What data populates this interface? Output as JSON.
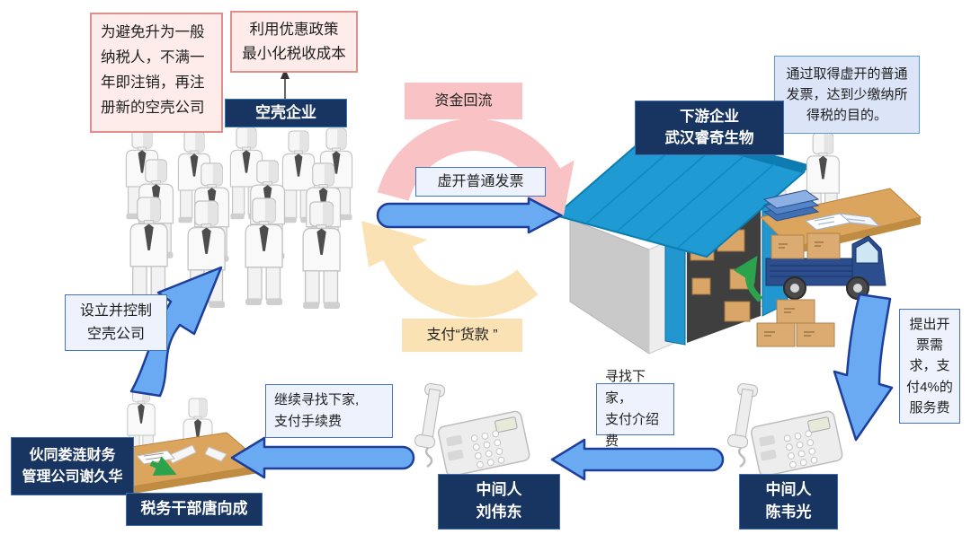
{
  "shell": {
    "note_register": "为避免升为一般\n纳税人，不满一\n年即注销，再注\n册新的空壳公司",
    "note_policy": "利用优惠政策\n最小化税收成本",
    "label": "空壳企业",
    "note_setup": "设立并控制\n空壳公司"
  },
  "cycle": {
    "funds_return": "资金回流",
    "fake_invoice": "虚开普通发票",
    "pay_goods": "支付“货款 ”"
  },
  "downstream": {
    "label": "下游企业\n武汉睿奇生物",
    "note_purpose": "通过取得虚开的普通\n发票，达到少缴纳所\n得税的目的。",
    "note_demand": "提出开\n票需\n求，支\n付4%的\n服务费"
  },
  "middlemen": {
    "chen_label": "中间人\n陈韦光",
    "chen_note": "寻找下家，\n支付介绍费",
    "liu_label": "中间人\n刘伟东",
    "liu_note": "继续寻找下家,\n支付手续费"
  },
  "officials": {
    "xie_label": "伙同娄涟财务\n管理公司谢久华",
    "tang_label": "税务干部唐向成"
  },
  "colors": {
    "navy": "#183460",
    "arrow_blue": "#69aaf2",
    "arrow_blue_border": "#1e3e9c",
    "pink_arc": "#f9c2c5",
    "cream_arc": "#fbe2b4",
    "pink_note_bg": "#fdecea",
    "pink_note_border": "#e08f8c",
    "blue_note_border": "#4472c4",
    "roof_blue": "#1f9ad3",
    "green_arrow": "#2ba24c"
  },
  "icons": [
    "crowd-of-people-icon",
    "warehouse-icon",
    "truck-icon",
    "cardboard-boxes-icon",
    "telephone-icon",
    "desk-meeting-icon",
    "office-desk-icon"
  ]
}
